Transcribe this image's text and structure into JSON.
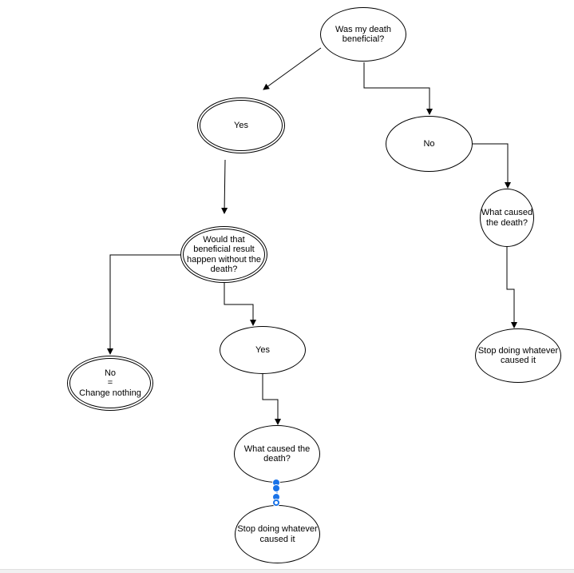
{
  "diagram": {
    "nodes": [
      {
        "id": "q-beneficial",
        "label": "Was my death\nbeneficial?",
        "style": "single"
      },
      {
        "id": "yes-beneficial",
        "label": "Yes",
        "style": "double"
      },
      {
        "id": "no-beneficial",
        "label": "No",
        "style": "single"
      },
      {
        "id": "q-without-death",
        "label": "Would that\nbeneficial result\nhappen without the\ndeath?",
        "style": "double"
      },
      {
        "id": "no-change-nothing",
        "label": "No\n=\nChange nothing",
        "style": "double"
      },
      {
        "id": "yes-without-death",
        "label": "Yes",
        "style": "single"
      },
      {
        "id": "q-cause-left",
        "label": "What caused the\ndeath?",
        "style": "single"
      },
      {
        "id": "stop-left",
        "label": "Stop doing whatever\ncaused it",
        "style": "single"
      },
      {
        "id": "q-cause-right",
        "label": "What caused\nthe death?",
        "style": "single"
      },
      {
        "id": "stop-right",
        "label": "Stop doing whatever\ncaused it",
        "style": "single"
      }
    ],
    "edges": [
      {
        "from": "q-beneficial",
        "to": "yes-beneficial"
      },
      {
        "from": "q-beneficial",
        "to": "no-beneficial"
      },
      {
        "from": "yes-beneficial",
        "to": "q-without-death"
      },
      {
        "from": "q-without-death",
        "to": "no-change-nothing"
      },
      {
        "from": "q-without-death",
        "to": "yes-without-death"
      },
      {
        "from": "yes-without-death",
        "to": "q-cause-left"
      },
      {
        "from": "q-cause-left",
        "to": "stop-left",
        "selected": true
      },
      {
        "from": "no-beneficial",
        "to": "q-cause-right"
      },
      {
        "from": "q-cause-right",
        "to": "stop-right"
      }
    ],
    "colors": {
      "stroke": "#000000",
      "node_fill": "#ffffff",
      "selection": "#1a73e8"
    }
  }
}
